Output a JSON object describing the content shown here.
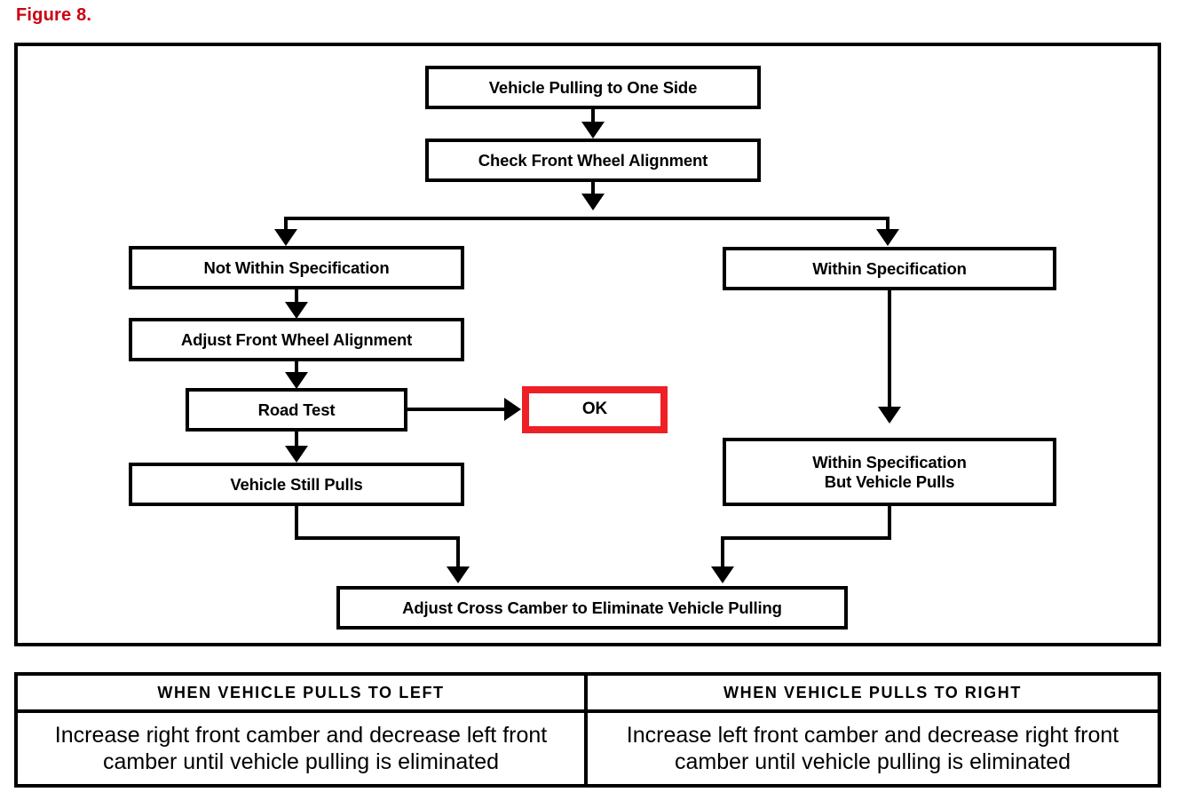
{
  "figure": {
    "label": "Figure 8."
  },
  "accent": {
    "title_red": "#cc0011",
    "ok_box_red": "#ee2026",
    "line_black": "#000000"
  },
  "flowchart": {
    "nodes": [
      {
        "id": "start",
        "label": "Vehicle Pulling to One Side"
      },
      {
        "id": "check",
        "label": "Check Front Wheel Alignment"
      },
      {
        "id": "not_within",
        "label": "Not Within Specification"
      },
      {
        "id": "adjust",
        "label": "Adjust Front Wheel Alignment"
      },
      {
        "id": "road_test",
        "label": "Road Test"
      },
      {
        "id": "ok",
        "label": "OK"
      },
      {
        "id": "still_pulls",
        "label": "Vehicle Still Pulls"
      },
      {
        "id": "within",
        "label": "Within Specification"
      },
      {
        "id": "within_pulls_line1",
        "label": "Within Specification"
      },
      {
        "id": "within_pulls_line2",
        "label": "But Vehicle Pulls"
      },
      {
        "id": "cross_camber",
        "label": "Adjust Cross Camber to Eliminate Vehicle Pulling"
      }
    ]
  },
  "table": {
    "columns": [
      {
        "header": "WHEN VEHICLE PULLS TO LEFT",
        "body": "Increase right front camber and decrease left front camber until vehicle pulling is eliminated"
      },
      {
        "header": "WHEN VEHICLE PULLS TO RIGHT",
        "body": "Increase left front camber and decrease right front camber until vehicle pulling is eliminated"
      }
    ]
  }
}
